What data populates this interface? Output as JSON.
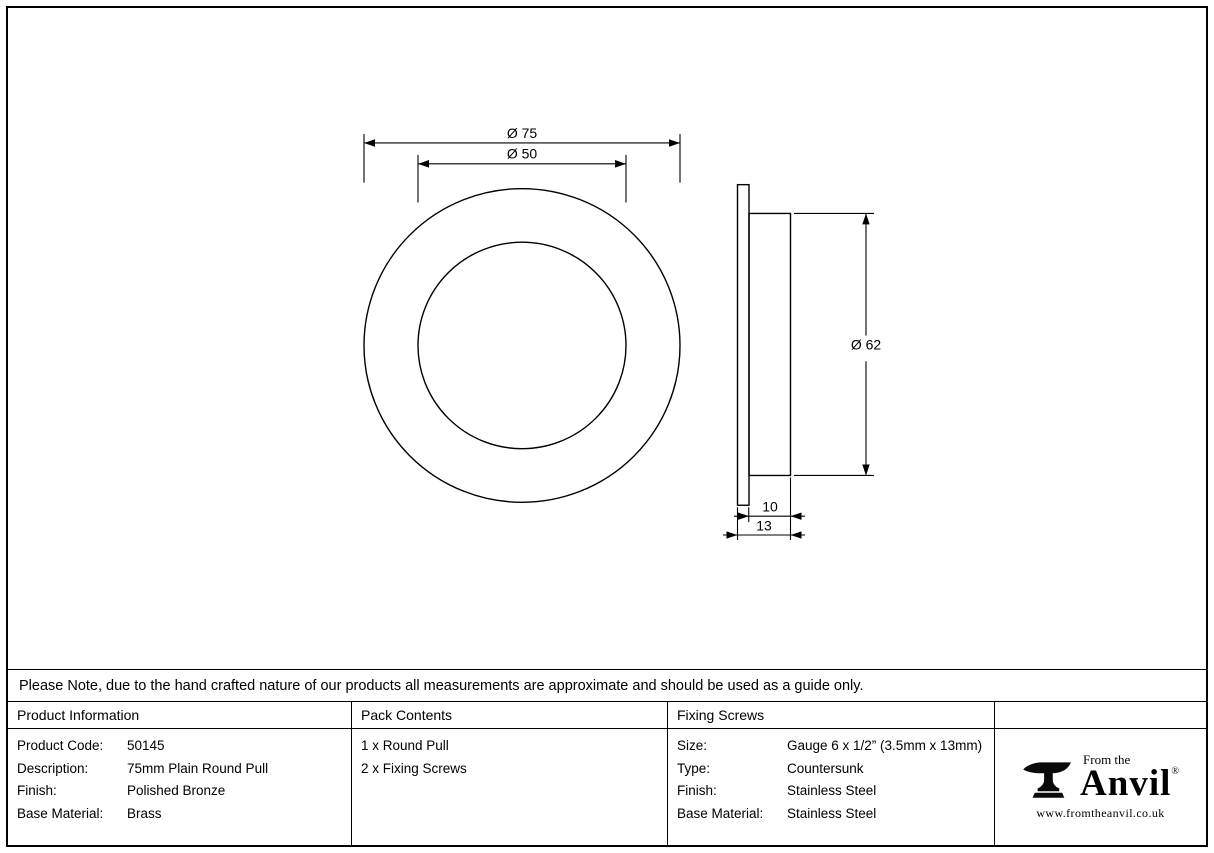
{
  "note": "Please Note, due to the hand crafted nature of our products all measurements are approximate and should be used as a guide only.",
  "drawing": {
    "dim_outer_diameter": "Ø 75",
    "dim_inner_diameter": "Ø 50",
    "dim_side_height": "Ø 62",
    "dim_depth_body": "10",
    "dim_depth_total": "13"
  },
  "table": {
    "product_info": {
      "header": "Product Information",
      "rows": [
        {
          "label": "Product Code:",
          "value": "50145"
        },
        {
          "label": "Description:",
          "value": "75mm Plain Round Pull"
        },
        {
          "label": "Finish:",
          "value": "Polished Bronze"
        },
        {
          "label": "Base Material:",
          "value": "Brass"
        }
      ]
    },
    "pack_contents": {
      "header": "Pack Contents",
      "items": [
        "1 x Round Pull",
        "2 x Fixing Screws"
      ]
    },
    "fixing_screws": {
      "header": "Fixing Screws",
      "rows": [
        {
          "label": "Size:",
          "value": "Gauge 6 x 1/2” (3.5mm x 13mm)"
        },
        {
          "label": "Type:",
          "value": "Countersunk"
        },
        {
          "label": "Finish:",
          "value": "Stainless Steel"
        },
        {
          "label": "Base Material:",
          "value": "Stainless Steel"
        }
      ]
    }
  },
  "logo": {
    "from_the": "From the",
    "name": "Anvil",
    "registered": "®",
    "website": "www.fromtheanvil.co.uk"
  },
  "colors": {
    "line": "#000000",
    "background": "#ffffff"
  }
}
